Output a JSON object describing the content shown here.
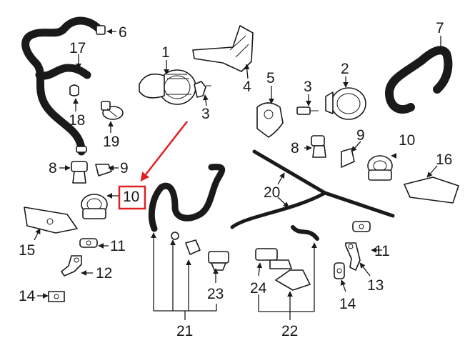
{
  "highlight": {
    "color": "#e02020",
    "callout": "10"
  },
  "callouts": {
    "c1": "1",
    "c2": "2",
    "c3a": "3",
    "c3b": "3",
    "c4": "4",
    "c5": "5",
    "c6": "6",
    "c7": "7",
    "c8a": "8",
    "c8b": "8",
    "c9a": "9",
    "c9b": "9",
    "c10a": "10",
    "c10b": "10",
    "c11a": "11",
    "c11b": "11",
    "c12": "12",
    "c13": "13",
    "c14a": "14",
    "c14b": "14",
    "c15": "15",
    "c16": "16",
    "c17": "17",
    "c18": "18",
    "c19": "19",
    "c20": "20",
    "c21": "21",
    "c22": "22",
    "c23": "23",
    "c24": "24"
  }
}
